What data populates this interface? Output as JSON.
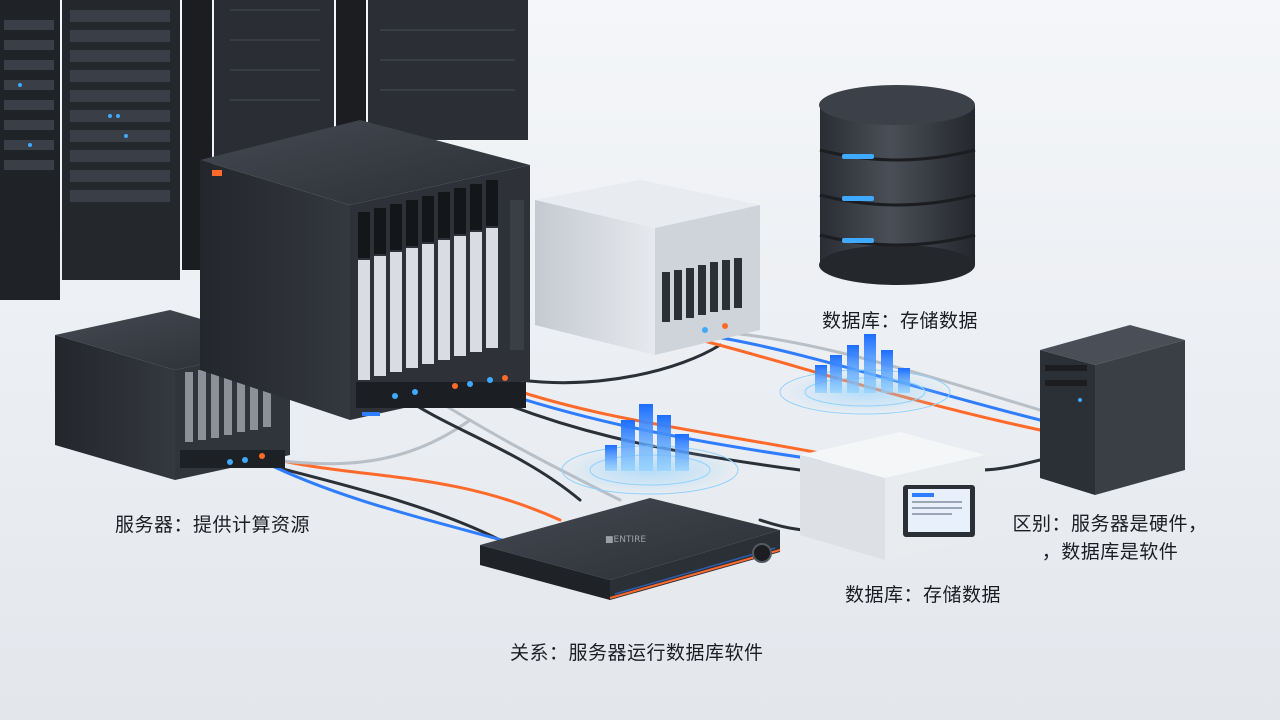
{
  "labels": {
    "server": "服务器：提供计算资源",
    "database_top": "数据库：存储数据",
    "database_bottom": "数据库：存储数据",
    "relationship": "关系：服务器运行数据库软件",
    "difference_line1": "区别：服务器是硬件，",
    "difference_line2": "，数据库是软件"
  },
  "devices": {
    "nvr_badge": "■ENTIRE"
  },
  "colors": {
    "background": "#eef1f5",
    "chassis_dark": "#2b2f36",
    "chassis_light": "#d9dde2",
    "accent_blue": "#2f7dff",
    "accent_orange": "#ff6a2a",
    "led_cyan": "#3fa9ff"
  }
}
